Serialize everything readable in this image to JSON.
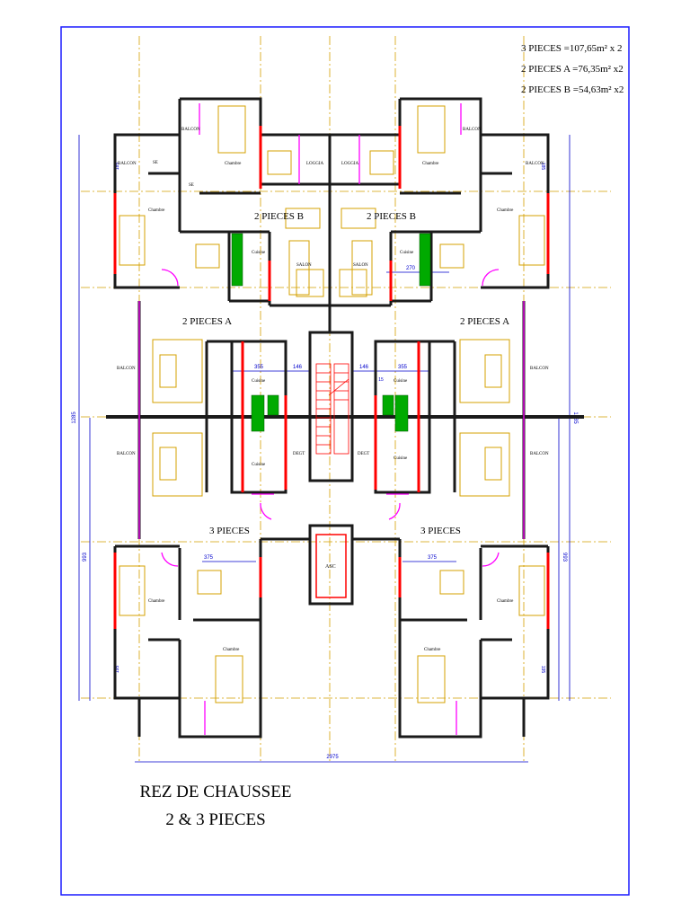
{
  "colors": {
    "frame": "#1a1aff",
    "wall": "#1a1a1a",
    "axis": "#d4a000",
    "furniture": "#d4a000",
    "door": "#ff00ff",
    "window_red": "#ff0000",
    "kitchen": "#00aa00",
    "dimension": "#0000cc"
  },
  "legend": {
    "line1": "3 PIECES =107,65m² x 2",
    "line2": "2 PIECES A =76,35m² x2",
    "line3": "2 PIECES B =54,63m² x2"
  },
  "title": {
    "line1": "REZ DE CHAUSSEE",
    "line2": "2 & 3 PIECES"
  },
  "units": {
    "b_left": "2 PIECES B",
    "b_right": "2 PIECES B",
    "a_left": "2 PIECES A",
    "a_right": "2 PIECES A",
    "p3_left": "3 PIECES",
    "p3_right": "3 PIECES"
  },
  "rooms": {
    "balcon": "BALCON",
    "se": "SE",
    "chambre": "Chambre",
    "loggia": "LOGGIA",
    "cuisine": "Cuisine",
    "salon": "SALON",
    "degt": "DEGT",
    "asc": "ASC"
  },
  "dimensions": {
    "d355": "355",
    "d146": "146",
    "d270": "270",
    "d375": "375",
    "d15": "15",
    "d2975": "2975",
    "d185": "185",
    "d1285": "1285",
    "d993": "993",
    "d195": "195"
  }
}
